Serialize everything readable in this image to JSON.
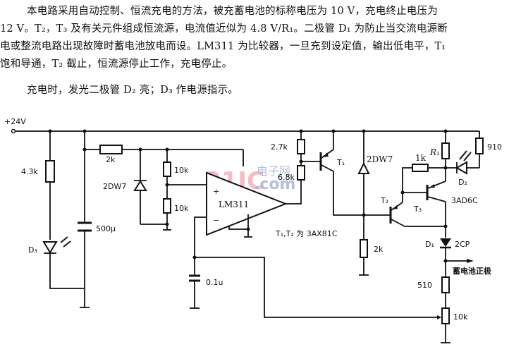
{
  "description": {
    "paragraph1_lines": [
      "本电路采用自动控制、恒流充电的方法，被充蓄电池的标称电压为 10 V，充电终止电压为",
      "12 V。T₂，T₃ 及有关元件组成恒流源，电流值近似为 4.8 V/R₁。二极管 D₁ 为防止当交流电源断",
      "电或整流电路出现故障时蓄电池放电而设。LM311 为比较器，一旦充到设定值，输出低电平，T₁",
      "饱和导通，T₂ 截止，恒流源停止工作，充电停止。"
    ],
    "paragraph2": "充电时，发光二极管 D₂ 亮；D₃ 作电源指示。"
  },
  "schematic": {
    "supply_label": "+24V",
    "components": {
      "r_43k": "4.3k",
      "r_2k_top": "2k",
      "zener_left": "2DW7",
      "cap_500u": "500μ",
      "led_d3": "D₃",
      "r_10k_upper": "10k",
      "r_10k_lower": "10k",
      "comparator": "LM311",
      "plus_sign": "+",
      "minus_sign": "−",
      "cap_01u": "0.1u",
      "r_27k": "2.7k",
      "r_68k": "6.8k",
      "t1": "T₁",
      "zener_right": "2DW7",
      "r_2k_bottom": "2k",
      "r_1k": "1k",
      "r1": "R₁",
      "r_910": "910",
      "led_d2": "D₂",
      "t2": "T₂",
      "t3": "T₃",
      "t3_type": "3AD6C",
      "diode_d1": "D₁",
      "diode_type": "2CP",
      "battery_label": "蓄电池正极",
      "r_510": "510",
      "pot_10k": "10k",
      "transistor_note": "T₁,T₂ 为 3AX81C"
    },
    "watermark": {
      "main": "21IC",
      "cn": "电子网",
      "dotcom": ".com"
    }
  }
}
